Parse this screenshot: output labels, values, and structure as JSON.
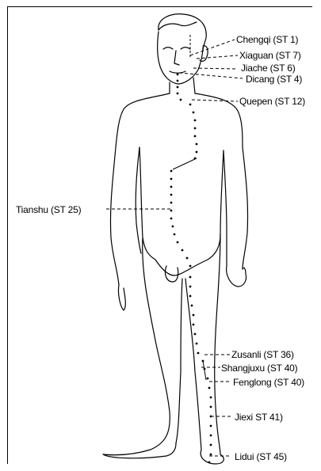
{
  "diagram": {
    "points": [
      {
        "id": "st1",
        "label": "Chengqi (ST 1)"
      },
      {
        "id": "st7",
        "label": "Xiaguan (ST 7)"
      },
      {
        "id": "st6",
        "label": "Jiache (ST 6)"
      },
      {
        "id": "st4",
        "label": "Dicang (ST 4)"
      },
      {
        "id": "st12",
        "label": "Quepen (ST 12)"
      },
      {
        "id": "st25",
        "label": "Tianshu (ST 25)"
      },
      {
        "id": "st36",
        "label": "Zusanli (ST 36)"
      },
      {
        "id": "st40",
        "label": "Shangjuxu (ST 40)"
      },
      {
        "id": "st40b",
        "label": "Fenglong (ST 40)"
      },
      {
        "id": "st41",
        "label": "Jiexi ST 41)"
      },
      {
        "id": "st45",
        "label": "Lidui (ST 45)"
      }
    ]
  }
}
